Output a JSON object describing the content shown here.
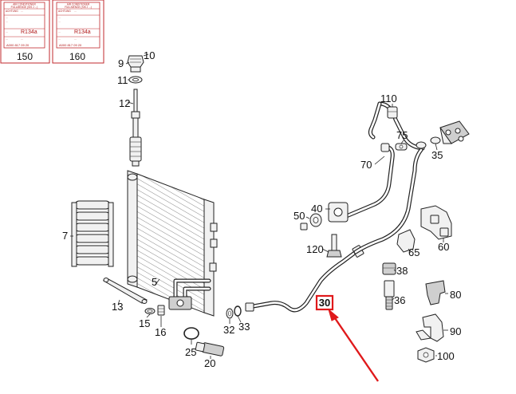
{
  "colors": {
    "highlight": "#e0191b",
    "line": "#222222",
    "card_border": "#c0282e"
  },
  "cards": [
    {
      "number": "150",
      "lines": [
        "AIR CONDITIONER",
        "FÜLLMENGE (SIS J ...)",
        "ACHTUNG",
        "...",
        "...",
        "...",
        "R134a",
        "...",
        "...",
        "...",
        "A000 817 09 20"
      ]
    },
    {
      "number": "160",
      "lines": [
        "AIR CONDITIONER",
        "FÜLLMENGE (SIS J ...)",
        "ACHTUNG",
        "...",
        "...",
        "...",
        "R134a",
        "...",
        "...",
        "...",
        "A000 817 09 20"
      ]
    }
  ],
  "labels": [
    "10",
    "9",
    "11",
    "12",
    "110",
    "75",
    "35",
    "70",
    "40",
    "50",
    "60",
    "120",
    "65",
    "7",
    "38",
    "5",
    "36",
    "80",
    "13",
    "32",
    "33",
    "30",
    "15",
    "16",
    "90",
    "25",
    "100",
    "20"
  ],
  "highlighted_label": "30"
}
